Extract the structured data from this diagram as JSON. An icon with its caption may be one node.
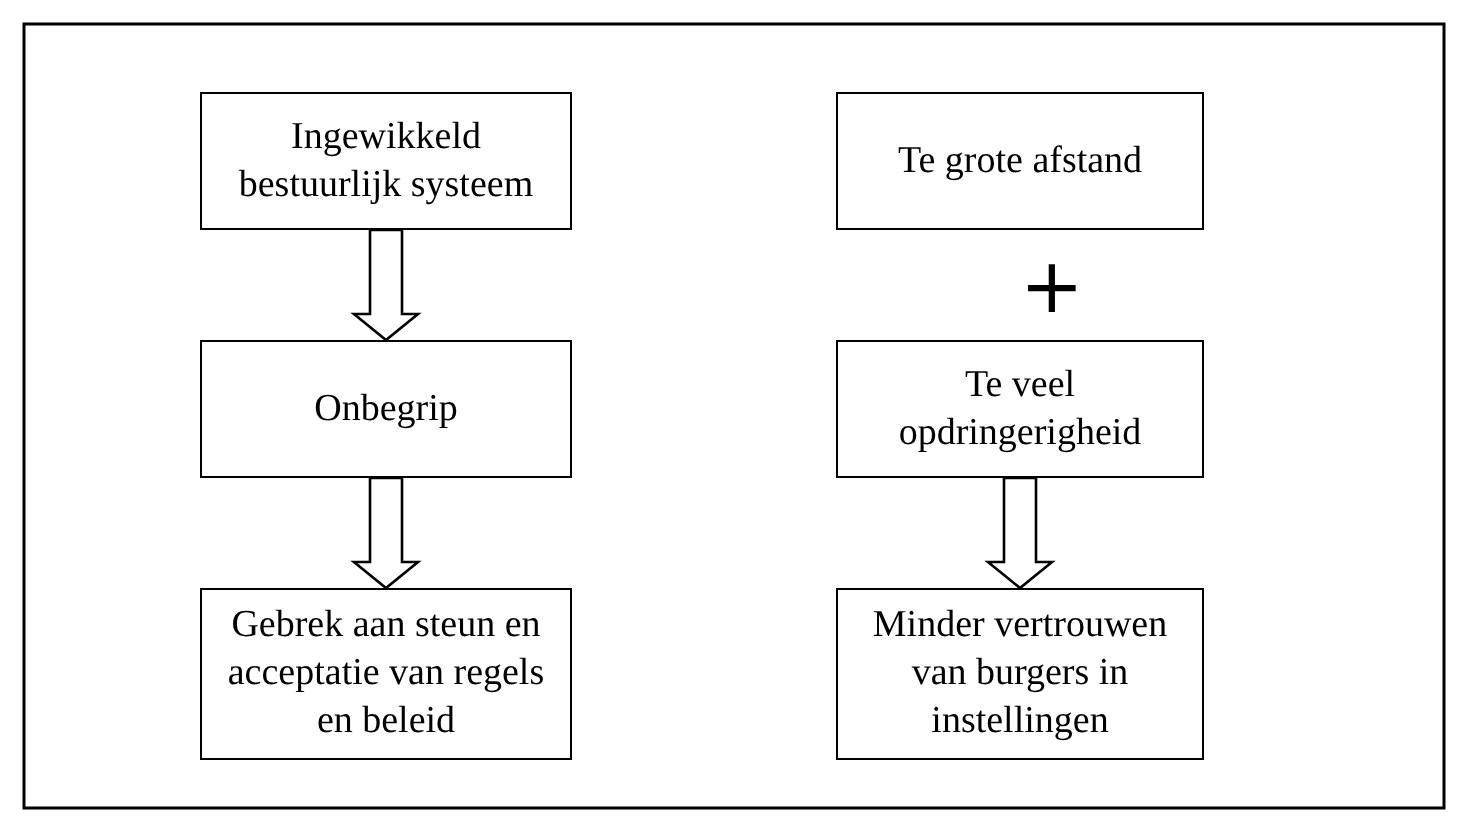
{
  "diagram": {
    "nodes": [
      {
        "text": [
          "Ingewikkeld bestuurlijk systeem"
        ]
      },
      {
        "text": [
          "Onbegrip"
        ]
      },
      {
        "text": [
          "Gebrek aan steun en acceptatie van regels en beleid"
        ]
      },
      {
        "text": [
          "Te grote afstand"
        ]
      },
      {
        "text": [
          "Te veel opdringerigheid"
        ]
      },
      {
        "text": [
          "Minder vertrouwen van burgers in instellingen"
        ]
      }
    ],
    "edges": [
      {
        "from": 0,
        "to": 1,
        "arrow": "to"
      },
      {
        "from": 1,
        "to": 2,
        "arrow": "to"
      },
      {
        "from": 4,
        "to": 5,
        "arrow": "to"
      }
    ],
    "labels": [
      "+"
    ]
  }
}
